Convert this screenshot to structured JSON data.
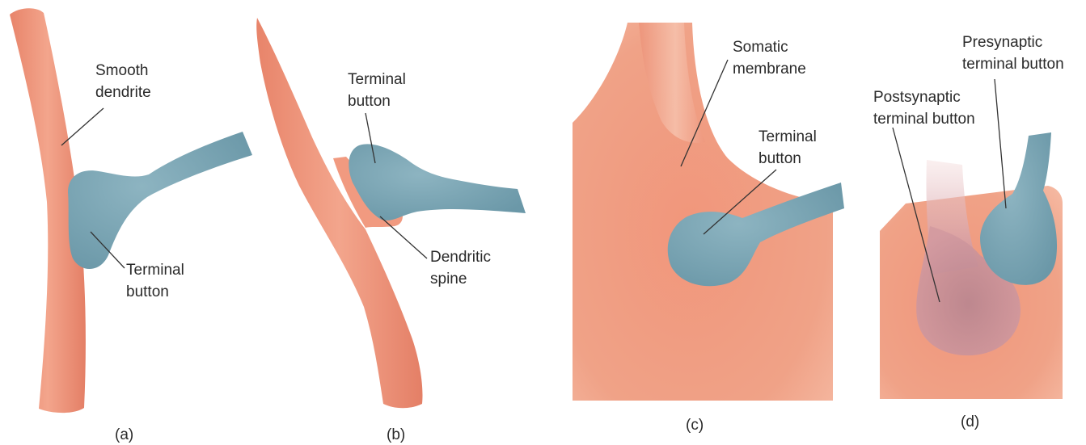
{
  "panels": [
    {
      "id": "a",
      "caption": "(a)",
      "labels": [
        {
          "lines": [
            "Smooth",
            "dendrite"
          ]
        },
        {
          "lines": [
            "Terminal",
            "button"
          ]
        }
      ]
    },
    {
      "id": "b",
      "caption": "(b)",
      "labels": [
        {
          "lines": [
            "Terminal",
            "button"
          ]
        },
        {
          "lines": [
            "Dendritic",
            "spine"
          ]
        }
      ]
    },
    {
      "id": "c",
      "caption": "(c)",
      "labels": [
        {
          "lines": [
            "Somatic",
            "membrane"
          ]
        },
        {
          "lines": [
            "Terminal",
            "button"
          ]
        }
      ]
    },
    {
      "id": "d",
      "caption": "(d)",
      "labels": [
        {
          "lines": [
            "Presynaptic",
            "terminal button"
          ]
        },
        {
          "lines": [
            "Postsynaptic",
            "terminal button"
          ]
        }
      ]
    }
  ],
  "colors": {
    "membrane": "#ee9276",
    "membrane_light": "#f4b59d",
    "terminal": "#7fa7b4",
    "terminal_dark": "#5f8e9e",
    "postsynaptic": "#c98a94"
  }
}
